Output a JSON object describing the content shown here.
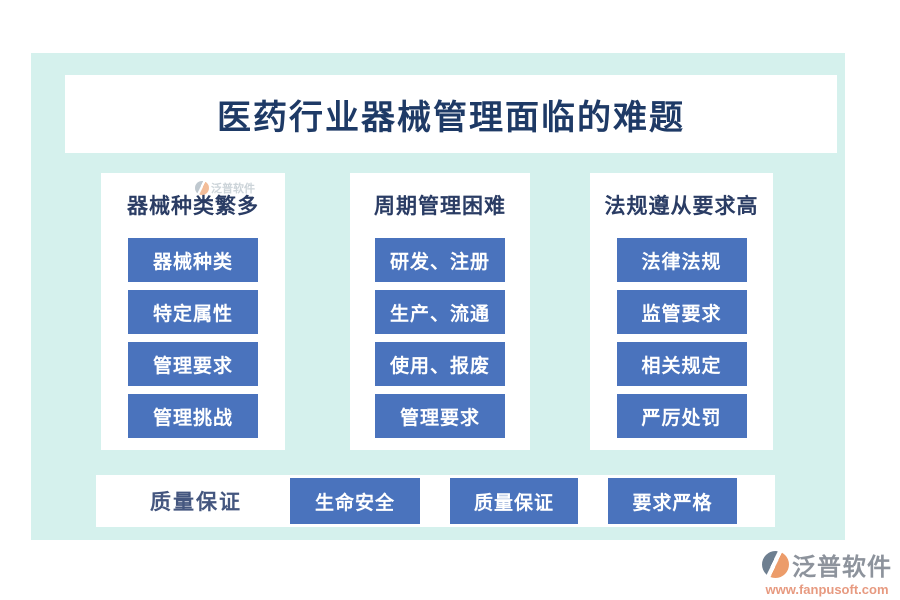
{
  "page": {
    "title": "医药行业器械管理面临的难题"
  },
  "columns": [
    {
      "header": "器械种类繁多",
      "items": [
        "器械种类",
        "特定属性",
        "管理要求",
        "管理挑战"
      ]
    },
    {
      "header": "周期管理困难",
      "items": [
        "研发、注册",
        "生产、流通",
        "使用、报废",
        "管理要求"
      ]
    },
    {
      "header": "法规遵从要求高",
      "items": [
        "法律法规",
        "监管要求",
        "相关规定",
        "严厉处罚"
      ]
    }
  ],
  "bottom_row": {
    "label": "质量保证",
    "items": [
      "生命安全",
      "质量保证",
      "要求严格"
    ]
  },
  "brand": {
    "name": "泛普软件",
    "url": "www.fanpusoft.com"
  },
  "colors": {
    "canvas_mint": "#d5f1ed",
    "button_blue": "#4a73bd",
    "title_navy": "#1e3a66",
    "header_navy": "#2a3c64",
    "bottom_label_slate": "#44567f",
    "brand_gray": "#8d939c",
    "brand_orange": "#e79a80"
  }
}
